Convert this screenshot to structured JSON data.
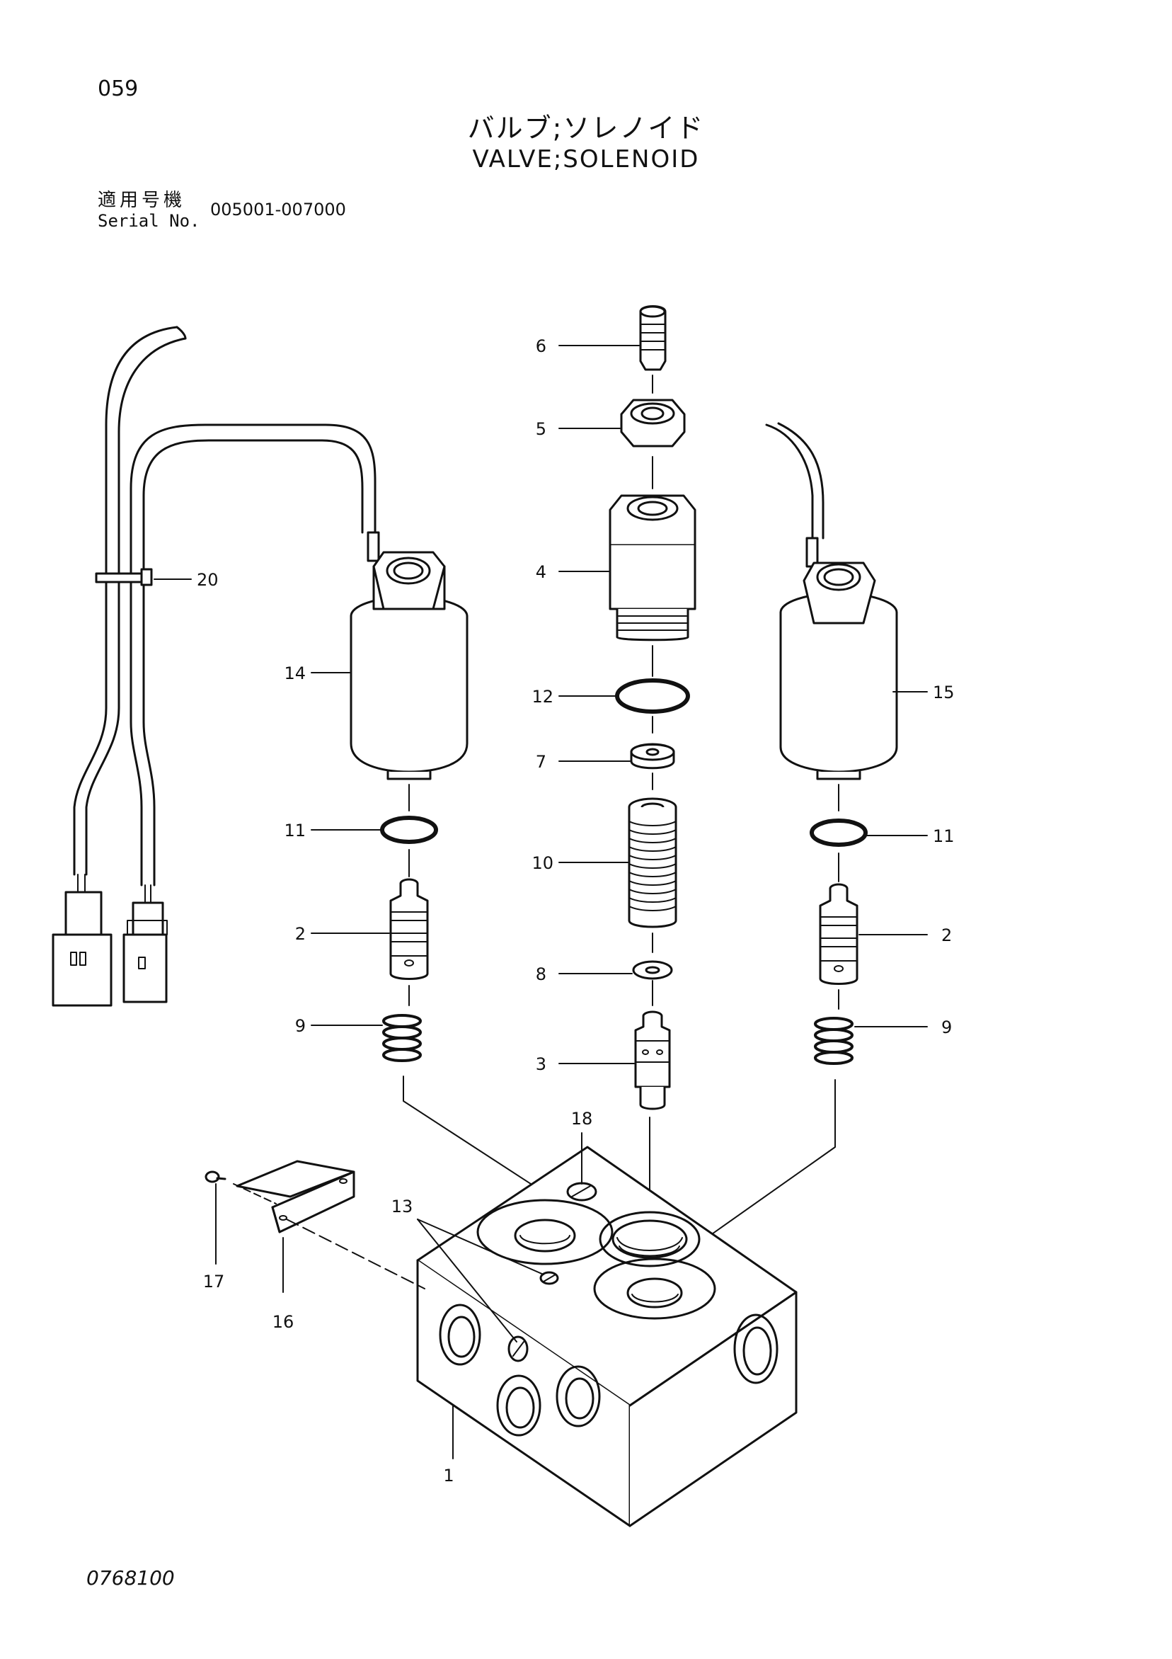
{
  "page_number": "059",
  "title_jp": "バルブ;ソレノイド",
  "title_en": "VALVE;SOLENOID",
  "serial_label_jp": "適用号機",
  "serial_label_en": "Serial No.",
  "serial_range": "005001-007000",
  "page_code": "0768100",
  "callouts": {
    "c1": "1",
    "c2a": "2",
    "c2b": "2",
    "c3": "3",
    "c4": "4",
    "c5": "5",
    "c6": "6",
    "c7": "7",
    "c8": "8",
    "c9a": "9",
    "c9b": "9",
    "c10": "10",
    "c11a": "11",
    "c11b": "11",
    "c12": "12",
    "c13": "13",
    "c14": "14",
    "c15": "15",
    "c16": "16",
    "c17": "17",
    "c18": "18",
    "c20": "20"
  }
}
